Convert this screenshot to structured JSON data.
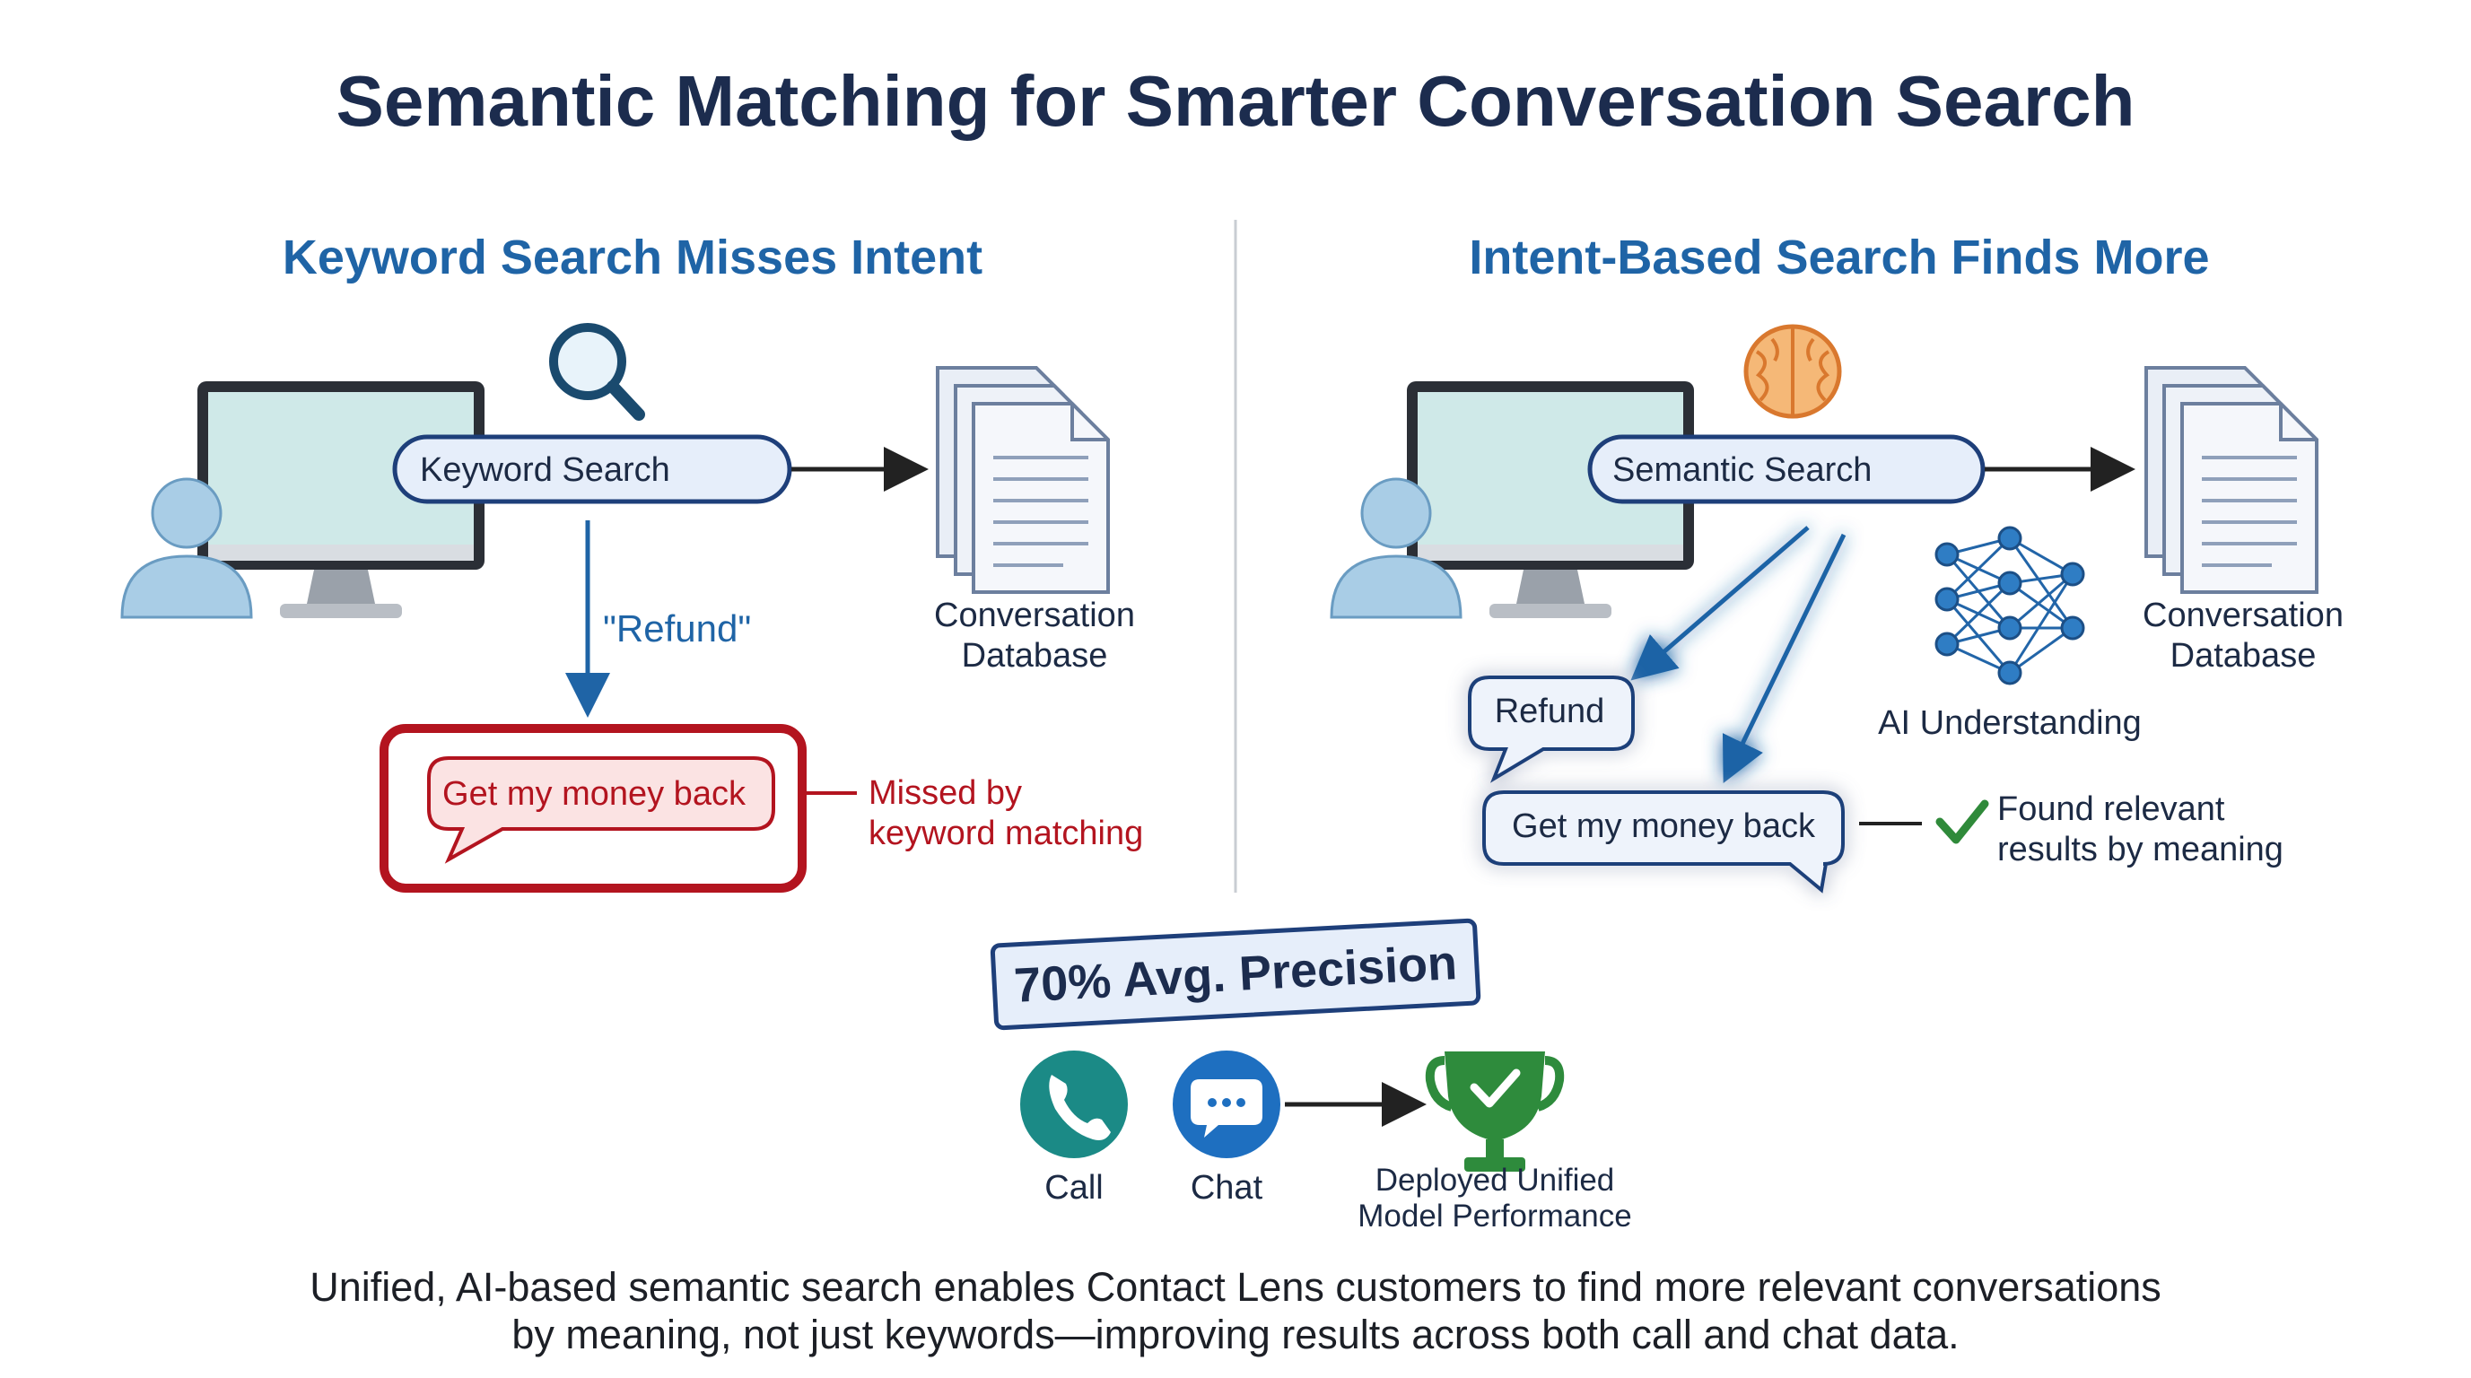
{
  "title": "Semantic Matching for Smarter Conversation Search",
  "left": {
    "heading": "Keyword Search Misses Intent",
    "search_label": "Keyword Search",
    "query_label": "\"Refund\"",
    "database_label_line1": "Conversation",
    "database_label_line2": "Database",
    "missed_bubble": "Get my money back",
    "missed_note_line1": "Missed by",
    "missed_note_line2": "keyword matching"
  },
  "right": {
    "heading": "Intent-Based Search Finds More",
    "search_label": "Semantic Search",
    "result_bubble_1": "Refund",
    "result_bubble_2": "Get my money back",
    "ai_label": "AI Understanding",
    "database_label_line1": "Conversation",
    "database_label_line2": "Database",
    "found_note_line1": "Found relevant",
    "found_note_line2": "results by meaning"
  },
  "metrics": {
    "precision_badge": "70% Avg. Precision",
    "call_label": "Call",
    "chat_label": "Chat",
    "deployed_line1": "Deployed Unified",
    "deployed_line2": "Model Performance"
  },
  "footer": {
    "line1": "Unified, AI-based semantic search enables Contact Lens customers to find more relevant conversations",
    "line2": "by meaning, not just keywords—improving results across both call and chat data."
  },
  "colors": {
    "title_navy": "#1c2c4e",
    "heading_blue": "#1f64a6",
    "miss_red": "#b3141f",
    "found_green": "#2f8a3a",
    "monitor_screen": "#cfe9e8",
    "user_blue": "#a9cde6",
    "call_teal": "#1b8a86",
    "chat_blue": "#1e6fc0",
    "trophy_green": "#2e8b3c",
    "brain_orange": "#f0a25a"
  },
  "icons": [
    "magnifier-icon",
    "brain-icon",
    "neural-network-icon",
    "phone-icon",
    "chat-icon",
    "trophy-icon",
    "checkmark-icon",
    "user-icon",
    "monitor-icon",
    "document-stack-icon"
  ]
}
